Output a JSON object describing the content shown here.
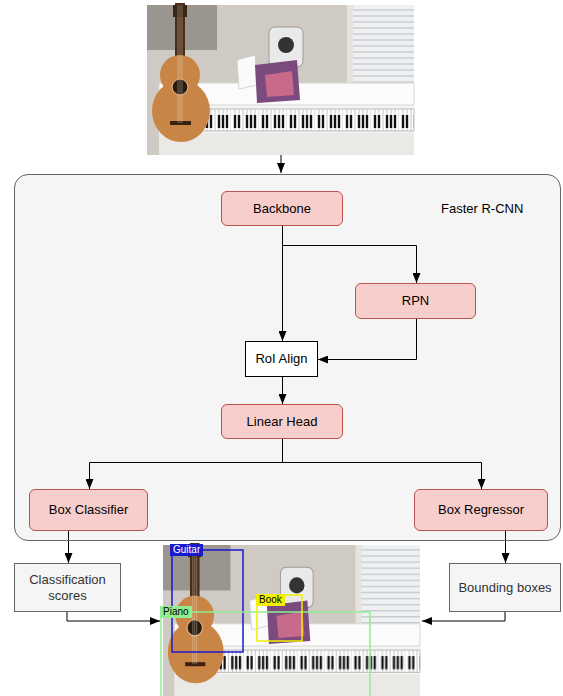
{
  "diagram": {
    "nodes": [
      {
        "text": [
          "Faster R-CNN"
        ]
      },
      {
        "text": [
          "Backbone"
        ],
        "in": 0
      },
      {
        "text": [
          "RPN"
        ],
        "in": 0
      },
      {
        "text": [
          "RoI Align"
        ],
        "in": 0
      },
      {
        "text": [
          "Linear Head"
        ],
        "in": 0
      },
      {
        "text": [
          "Box Classifier"
        ],
        "in": 0
      },
      {
        "text": [
          "Box Regressor"
        ],
        "in": 0
      },
      {
        "text": [
          "Classification scores"
        ]
      },
      {
        "text": [
          "Bounding boxes"
        ]
      }
    ],
    "edges": [
      {
        "from": 1,
        "to": 3,
        "arrow": "to"
      },
      {
        "from": 1,
        "to": 2,
        "arrow": "to"
      },
      {
        "from": 2,
        "to": 3,
        "arrow": "to"
      },
      {
        "from": 3,
        "to": 4,
        "arrow": "to"
      },
      {
        "from": 4,
        "to": 5,
        "arrow": "to"
      },
      {
        "from": 4,
        "to": 6,
        "arrow": "to"
      },
      {
        "from": 5,
        "to": 7,
        "arrow": "to"
      },
      {
        "from": 6,
        "to": 8,
        "arrow": "to"
      }
    ],
    "labels": [
      "Guitar",
      "Piano",
      "Book"
    ]
  }
}
